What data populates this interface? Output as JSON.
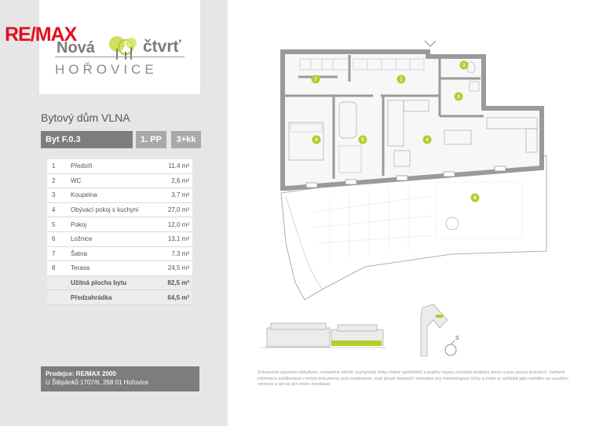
{
  "branding": {
    "agency_part1": "RE/",
    "agency_part2": "MAX",
    "project_word1": "Nová",
    "project_word2": "čtvrť",
    "project_city": "HOŘOVICE"
  },
  "building_title": "Bytový dům VLNA",
  "unit": {
    "id": "Byt F.0.3",
    "floor": "1. PP",
    "layout": "3+kk"
  },
  "rooms": [
    {
      "num": "1",
      "name": "Předsíň",
      "area": "11,4 m²"
    },
    {
      "num": "2",
      "name": "WC",
      "area": "2,6 m²"
    },
    {
      "num": "3",
      "name": "Koupelna",
      "area": "3,7 m²"
    },
    {
      "num": "4",
      "name": "Obývací pokoj s kuchyní",
      "area": "27,0 m²"
    },
    {
      "num": "5",
      "name": "Pokoj",
      "area": "12,0 m²"
    },
    {
      "num": "6",
      "name": "Ložnice",
      "area": "13,1 m²"
    },
    {
      "num": "7",
      "name": "Šatna",
      "area": "7,3 m²"
    },
    {
      "num": "8",
      "name": "Terasa",
      "area": "24,5 m²"
    }
  ],
  "totals": [
    {
      "name": "Užitná plocha bytu",
      "area": "82,5 m²"
    },
    {
      "name": "Předzahrádka",
      "area": "64,5 m²"
    }
  ],
  "seller": {
    "line1": "Prodejce: RE/MAX 2000",
    "line2": "U Štěpánků 1707/6, 268 01 Hořovice"
  },
  "plan_labels": [
    "1",
    "2",
    "3",
    "4",
    "5",
    "6",
    "7",
    "8"
  ],
  "compass_label": "S",
  "disclaimer": "Zobrazené vybavení nábytkem, vestavěné skříně, kuchyňská linka včetně spotřebičů a pračky nejsou součástí dodávky domu a jsou pouze ilustrační. Veškeré informace publikované v tomto dokumentu jsou nezávazné, mají pouze ilustrační charakter pro marketingové účely a nelze je vykládat jako nabídku na uzavření smlouvy a ani se jich nelze dovolávat.",
  "colors": {
    "accent_green": "#b5cc2b",
    "remax_red": "#e3101e",
    "remax_blue": "#1d4a9b",
    "wall_grey": "#9a9a9a"
  }
}
